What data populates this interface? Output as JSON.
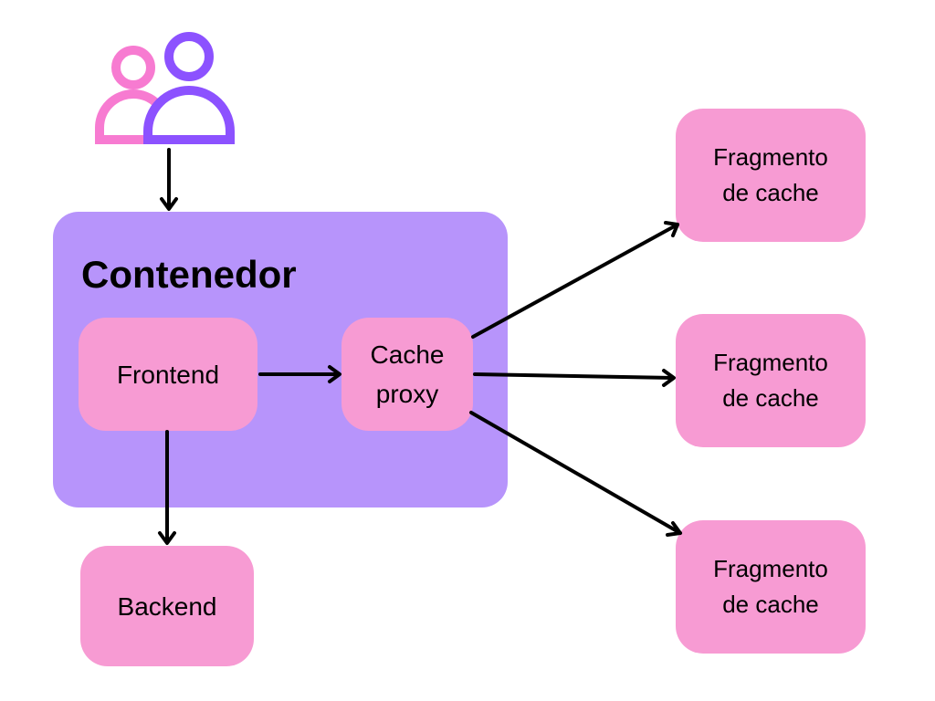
{
  "container": {
    "title": "Contenedor",
    "color": "#b794fb"
  },
  "nodes": {
    "frontend": "Frontend",
    "cache_proxy": [
      "Cache",
      "proxy"
    ],
    "backend": "Backend",
    "cache_shards": [
      [
        "Fragmento",
        "de cache"
      ],
      [
        "Fragmento",
        "de cache"
      ],
      [
        "Fragmento",
        "de cache"
      ]
    ]
  },
  "users_icon": {
    "icon": "users-icon",
    "colors": [
      "#f77bd1",
      "#8c52ff"
    ]
  },
  "colors": {
    "node_fill": "#f79bd3",
    "arrow": "#000000"
  },
  "edges": [
    [
      "users",
      "frontend"
    ],
    [
      "frontend",
      "cache_proxy"
    ],
    [
      "frontend",
      "backend"
    ],
    [
      "cache_proxy",
      "cache_shard_1"
    ],
    [
      "cache_proxy",
      "cache_shard_2"
    ],
    [
      "cache_proxy",
      "cache_shard_3"
    ]
  ]
}
